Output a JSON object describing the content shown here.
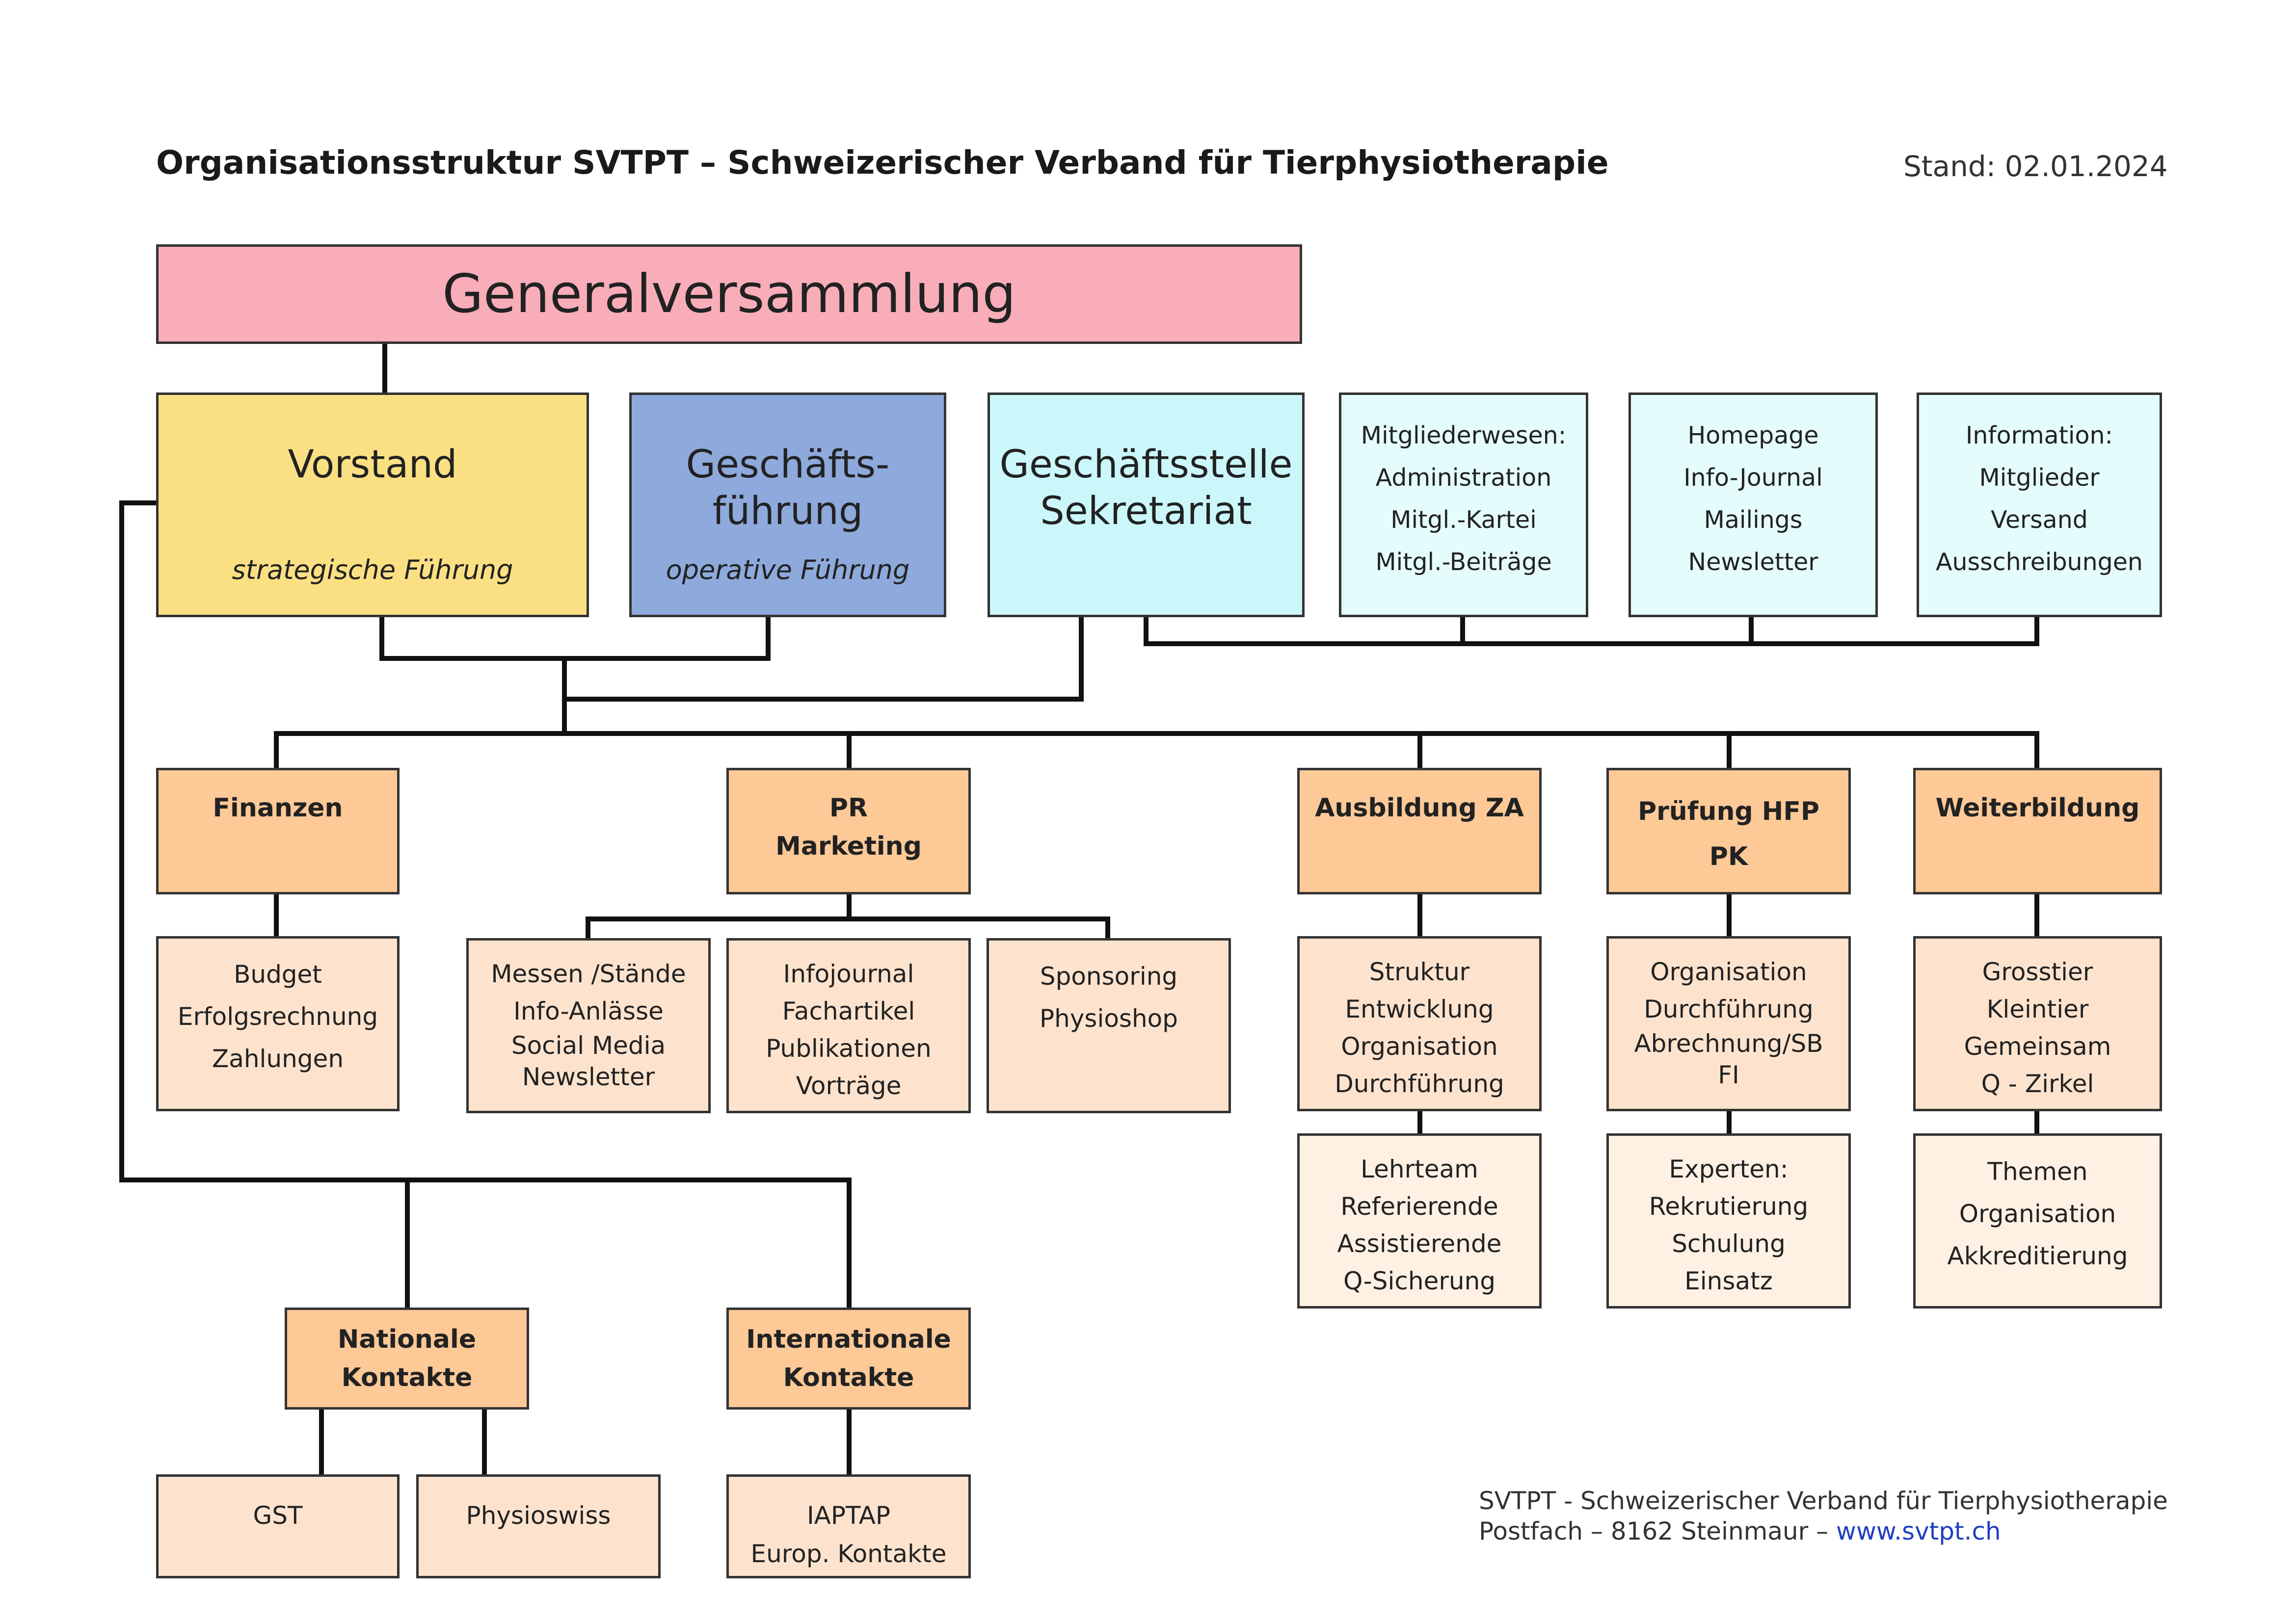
{
  "header": {
    "title": "Organisationsstruktur SVTPT – Schweizerischer Verband für Tierphysiotherapie",
    "date": "Stand: 02.01.2024"
  },
  "top": {
    "generalversammlung": "Generalversammlung",
    "vorstand": {
      "title": "Vorstand",
      "subtitle": "strategische Führung"
    },
    "geschaeftsfuehrung": {
      "line1": "Geschäfts-",
      "line2": "führung",
      "subtitle": "operative Führung"
    },
    "geschaeftsstelle": {
      "line1": "Geschäftsstelle",
      "line2": "Sekretariat"
    },
    "info_boxes": [
      {
        "lines": [
          "Mitgliederwesen:",
          "Administration",
          "Mitgl.-Kartei",
          "Mitgl.-Beiträge"
        ]
      },
      {
        "lines": [
          "Homepage",
          "Info-Journal",
          "Mailings",
          "Newsletter"
        ]
      },
      {
        "lines": [
          "Information:",
          "Mitglieder",
          "Versand",
          "Ausschreibungen"
        ]
      }
    ]
  },
  "departments": {
    "finanzen": {
      "title": "Finanzen",
      "details": [
        "Budget",
        "Erfolgsrechnung",
        "Zahlungen"
      ]
    },
    "pr": {
      "title": [
        "PR",
        "Marketing"
      ],
      "children": [
        [
          "Messen /Stände",
          "Info-Anlässe",
          "Social Media",
          "Newsletter"
        ],
        [
          "Infojournal",
          "Fachartikel",
          "Publikationen",
          "Vorträge"
        ],
        [
          "Sponsoring",
          "Physioshop"
        ]
      ]
    },
    "ausbildung": {
      "title": "Ausbildung ZA",
      "details": [
        "Struktur",
        "Entwicklung",
        "Organisation",
        "Durchführung"
      ],
      "details2": [
        "Lehrteam",
        "Referierende",
        "Assistierende",
        "Q-Sicherung"
      ]
    },
    "pruefung": {
      "title": [
        "Prüfung HFP",
        "PK"
      ],
      "details": [
        "Organisation",
        "Durchführung",
        "Abrechnung/SB",
        "FI"
      ],
      "details2": [
        "Experten:",
        "Rekrutierung",
        "Schulung",
        "Einsatz"
      ]
    },
    "weiterbildung": {
      "title": "Weiterbildung",
      "details": [
        "Grosstier",
        "Kleintier",
        "Gemeinsam",
        "Q - Zirkel"
      ],
      "details2": [
        "Themen",
        "Organisation",
        "Akkreditierung"
      ]
    }
  },
  "contacts": {
    "national": {
      "title": [
        "Nationale",
        "Kontakte"
      ],
      "children": [
        "GST",
        "Physioswiss"
      ]
    },
    "international": {
      "title": [
        "Internationale",
        "Kontakte"
      ],
      "children": [
        [
          "IAPTAP",
          "Europ. Kontakte"
        ]
      ]
    }
  },
  "footer": {
    "line1": "SVTPT - Schweizerischer Verband  für Tierphysiotherapie",
    "line2": "Postfach   –   8162 Steinmaur   –",
    "url": "www.svtpt.ch"
  },
  "colors": {
    "generalversammlung": "#f8adb9",
    "vorstand": "#fbe083",
    "geschaeftsfuehrung": "#8ea9db",
    "geschaeftsstelle": "#cbf7fb",
    "department": "#fcc997",
    "detail": "#fde3ce",
    "link": "#1f3fbf"
  }
}
